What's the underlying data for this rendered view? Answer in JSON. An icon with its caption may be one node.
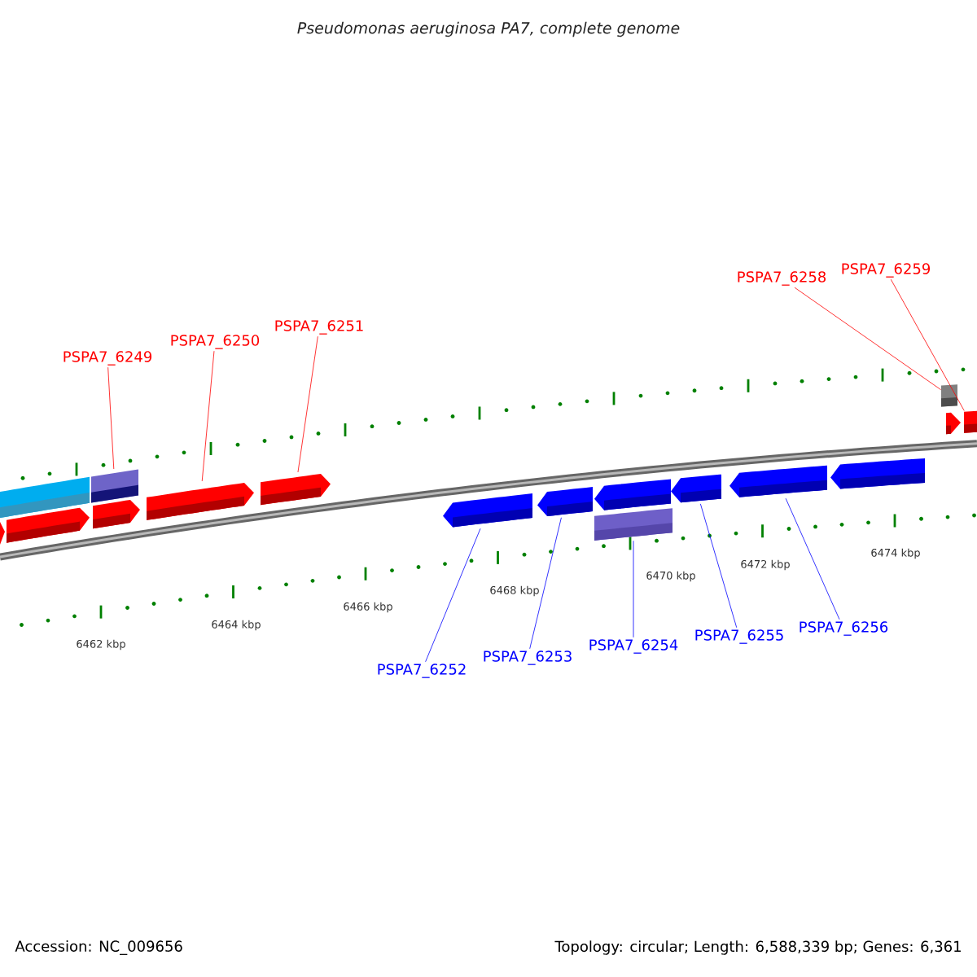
{
  "diagram": {
    "title": "Pseudomonas aeruginosa PA7, complete genome",
    "nodes": [
      {
        "text": [
          "PSPA7_6249"
        ]
      },
      {
        "text": [
          "PSPA7_6250"
        ]
      },
      {
        "text": [
          "PSPA7_6251"
        ]
      },
      {
        "text": [
          "PSPA7_6258"
        ]
      },
      {
        "text": [
          "PSPA7_6259"
        ]
      },
      {
        "text": [
          "PSPA7_6252"
        ]
      },
      {
        "text": [
          "PSPA7_6253"
        ]
      },
      {
        "text": [
          "PSPA7_6254"
        ]
      },
      {
        "text": [
          "PSPA7_6255"
        ]
      },
      {
        "text": [
          "PSPA7_6256"
        ]
      },
      {
        "text": [],
        "shape": "arrow"
      },
      {
        "text": [],
        "shape": "box"
      },
      {
        "text": [],
        "shape": "arrow"
      },
      {
        "text": [],
        "shape": "box"
      },
      {
        "text": [],
        "shape": "arrow"
      },
      {
        "text": [],
        "shape": "arrow"
      },
      {
        "text": [],
        "shape": "arrow"
      },
      {
        "text": [],
        "shape": "arrow"
      },
      {
        "text": [],
        "shape": "arrow"
      },
      {
        "text": [],
        "shape": "arrow"
      },
      {
        "text": [],
        "shape": "box"
      },
      {
        "text": [],
        "shape": "arrow"
      },
      {
        "text": [],
        "shape": "arrow"
      },
      {
        "text": [],
        "shape": "arrow"
      },
      {
        "text": [],
        "shape": "box"
      },
      {
        "text": [],
        "shape": "arrow"
      },
      {
        "text": [],
        "shape": "box"
      }
    ],
    "edges": [
      {
        "from": 0,
        "to": 13,
        "arrow": "none",
        "color": "#ff0000"
      },
      {
        "from": 1,
        "to": 15,
        "arrow": "none",
        "color": "#ff0000"
      },
      {
        "from": 2,
        "to": 16,
        "arrow": "none",
        "color": "#ff0000"
      },
      {
        "from": 3,
        "to": 24,
        "arrow": "none",
        "color": "#ff0000"
      },
      {
        "from": 4,
        "to": 26,
        "arrow": "none",
        "color": "#ff0000"
      },
      {
        "from": 5,
        "to": 17,
        "arrow": "none",
        "color": "#0000ff"
      },
      {
        "from": 6,
        "to": 18,
        "arrow": "none",
        "color": "#0000ff"
      },
      {
        "from": 7,
        "to": 20,
        "arrow": "none",
        "color": "#0000ff"
      },
      {
        "from": 8,
        "to": 21,
        "arrow": "none",
        "color": "#0000ff"
      },
      {
        "from": 9,
        "to": 22,
        "arrow": "none",
        "color": "#0000ff"
      }
    ],
    "labels": [
      "6462 kbp",
      "6464 kbp",
      "6466 kbp",
      "6468 kbp",
      "6470 kbp",
      "6472 kbp",
      "6474 kbp",
      "Accession: NC_009656",
      "Topology: circular; Length: 6,588,339 bp; Genes: 6,361"
    ]
  }
}
